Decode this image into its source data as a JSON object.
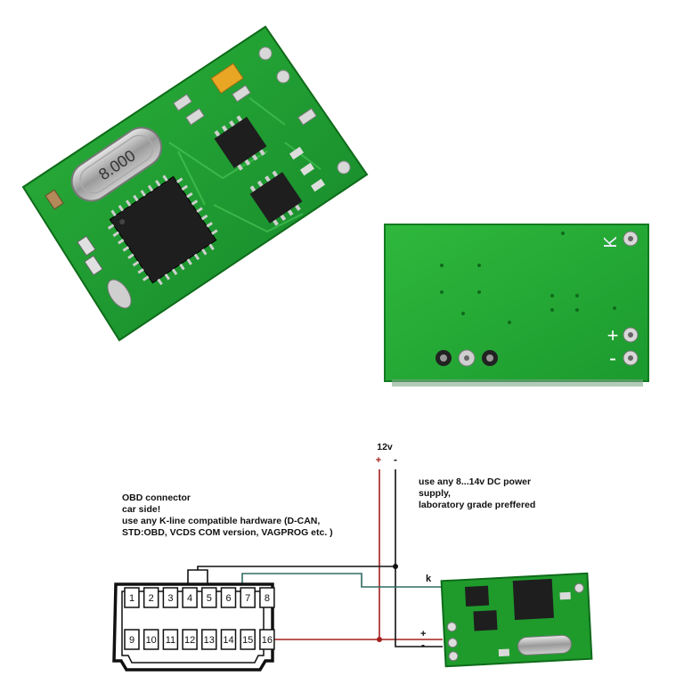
{
  "board_top": {
    "crystal_label": "8.000"
  },
  "board_bottom": {
    "pad_k": "K",
    "pad_plus": "+",
    "pad_minus": "-"
  },
  "power": {
    "voltage_label": "12v",
    "plus": "+",
    "minus": "-",
    "note": [
      "use any 8...14v DC power",
      "supply,",
      "laboratory grade preffered"
    ]
  },
  "obd": {
    "note": [
      "OBD connector",
      "car side!",
      "use any K-line compatible hardware (D-CAN,",
      "STD:OBD, VCDS COM version, VAGPROG etc. )"
    ],
    "pins_top": [
      "1",
      "2",
      "3",
      "4",
      "5",
      "6",
      "7",
      "8"
    ],
    "pins_bottom": [
      "9",
      "10",
      "11",
      "12",
      "13",
      "14",
      "15",
      "16"
    ]
  },
  "module_pins": {
    "k": "k",
    "plus": "+",
    "minus": "-"
  },
  "colors": {
    "pcb_green": "#1f9b2c",
    "pcb_dark": "#127a1c",
    "wire_red": "#a3201e",
    "wire_black": "#111111",
    "wire_teal": "#2e6b62"
  }
}
